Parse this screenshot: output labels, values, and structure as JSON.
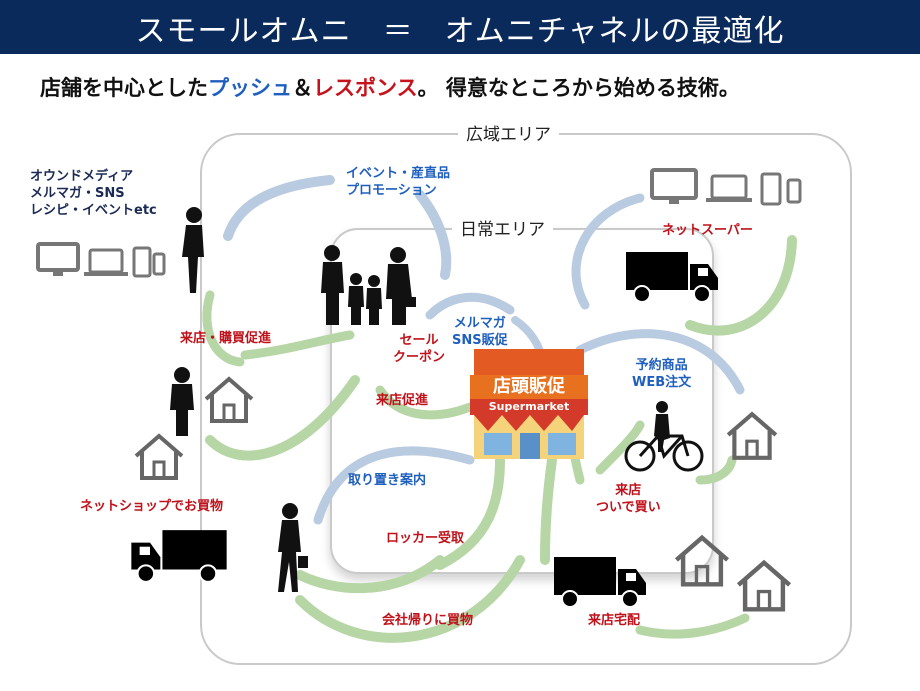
{
  "header": {
    "title": "スモールオムニ　＝　オムニチャネルの最適化"
  },
  "subtitle": {
    "part1": "店舗を中心とした",
    "push": "プッシュ",
    "amp": "＆",
    "response": "レスポンス",
    "part2": "。 得意なところから始める技術。"
  },
  "areas": {
    "wide": "広域エリア",
    "daily": "日常エリア"
  },
  "labels": {
    "owned_media": [
      "オウンドメディア",
      "メルマガ・SNS",
      "レシピ・イベントetc"
    ],
    "event": [
      "イベント・産直品",
      "プロモーション"
    ],
    "visit_purchase": "来店・購買促進",
    "sale": [
      "セール",
      "クーポン"
    ],
    "mail_sns": [
      "メルマガ",
      "SNS販促"
    ],
    "visit_promo": "来店促進",
    "reserve": "取り置き案内",
    "net_shop": "ネットショップでお買物",
    "locker": "ロッカー受取",
    "commute": "会社帰りに買物",
    "store_delivery": "来店宅配",
    "net_super": "ネットスーパー",
    "preorder": [
      "予約商品",
      "WEB注文"
    ],
    "visit_errand": [
      "来店",
      "ついで買い"
    ]
  },
  "store": {
    "sign": "店頭販促",
    "sub": "Supermarket"
  },
  "icons": [
    "monitor-icon",
    "laptop-icon",
    "tablet-icon",
    "phone-icon",
    "truck-icon",
    "house-icon",
    "family-icon",
    "person-icon",
    "bicycle-icon",
    "store-icon",
    "arrow-icon"
  ]
}
